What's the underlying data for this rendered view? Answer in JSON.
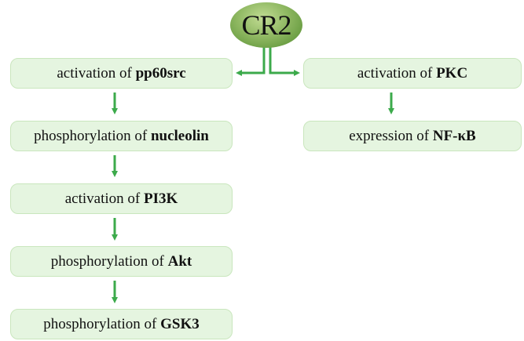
{
  "colors": {
    "box_fill": "#e5f5e0",
    "box_border": "#c9e6bd",
    "arrow": "#3caa4b",
    "node_fill_light": "#a7c97a",
    "node_fill_dark": "#4f8a2c"
  },
  "source": {
    "label": "CR2"
  },
  "left_chain": [
    {
      "prefix": "activation of",
      "target": "pp60src"
    },
    {
      "prefix": "phosphorylation of",
      "target": "nucleolin"
    },
    {
      "prefix": "activation of",
      "target": "PI3K"
    },
    {
      "prefix": "phosphorylation of",
      "target": "Akt"
    },
    {
      "prefix": "phosphorylation of",
      "target": "GSK3"
    }
  ],
  "right_chain": [
    {
      "prefix": "activation of",
      "target": "PKC"
    },
    {
      "prefix": "expression of",
      "target": "NF-κB"
    }
  ]
}
